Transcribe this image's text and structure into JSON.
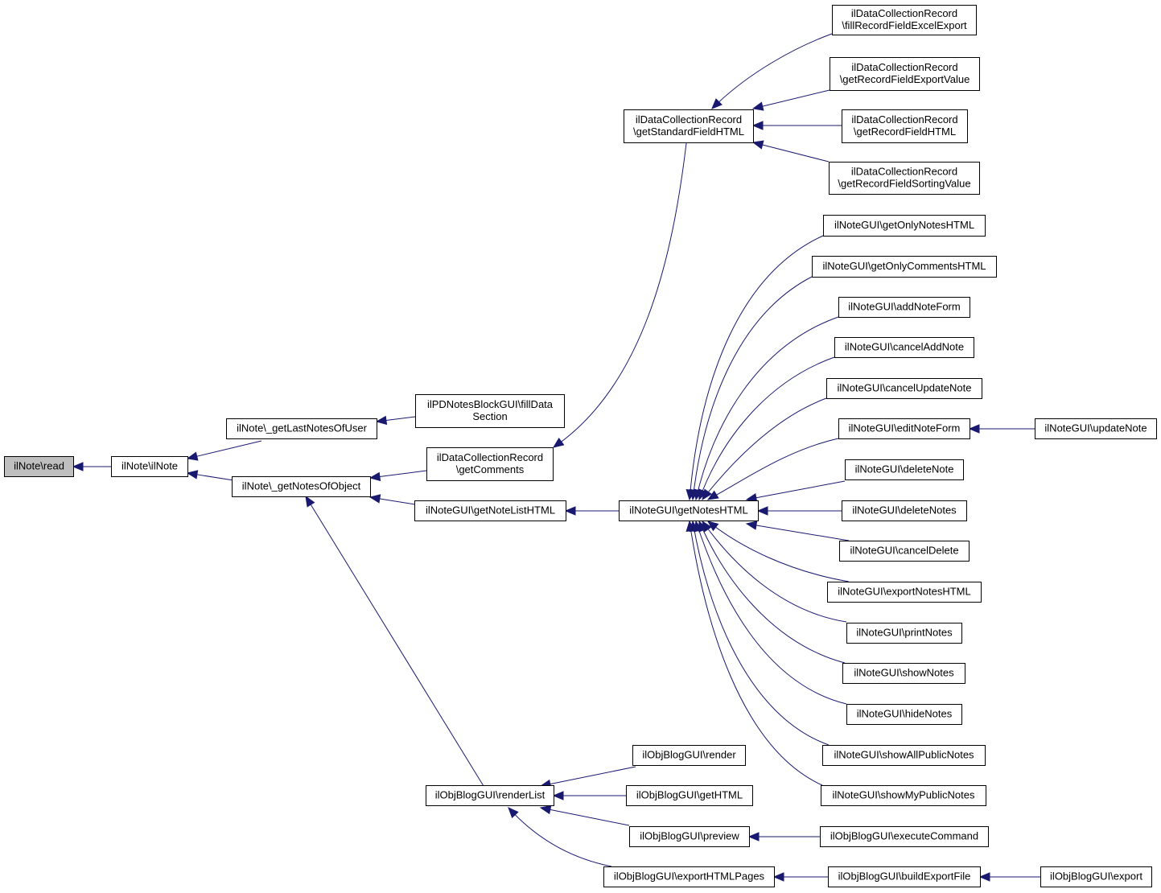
{
  "graph": {
    "nodes": [
      {
        "id": "read",
        "lines": [
          "ilNote\\read"
        ],
        "active": true
      },
      {
        "id": "ilNote",
        "lines": [
          "ilNote\\ilNote"
        ]
      },
      {
        "id": "getLastNotesOfUser",
        "lines": [
          "ilNote\\_getLastNotesOfUser"
        ]
      },
      {
        "id": "getNotesOfObject",
        "lines": [
          "ilNote\\_getNotesOfObject"
        ]
      },
      {
        "id": "fillDataSection",
        "lines": [
          "ilPDNotesBlockGUI\\fillData",
          "Section"
        ]
      },
      {
        "id": "getComments",
        "lines": [
          "ilDataCollectionRecord",
          "\\getComments"
        ]
      },
      {
        "id": "getNoteListHTML",
        "lines": [
          "ilNoteGUI\\getNoteListHTML"
        ]
      },
      {
        "id": "renderList",
        "lines": [
          "ilObjBlogGUI\\renderList"
        ]
      },
      {
        "id": "getStandardFieldHTML",
        "lines": [
          "ilDataCollectionRecord",
          "\\getStandardFieldHTML"
        ]
      },
      {
        "id": "getNotesHTML",
        "lines": [
          "ilNoteGUI\\getNotesHTML"
        ]
      },
      {
        "id": "fillRecordFieldExcelExport",
        "lines": [
          "ilDataCollectionRecord",
          "\\fillRecordFieldExcelExport"
        ]
      },
      {
        "id": "getRecordFieldExportValue",
        "lines": [
          "ilDataCollectionRecord",
          "\\getRecordFieldExportValue"
        ]
      },
      {
        "id": "getRecordFieldHTML",
        "lines": [
          "ilDataCollectionRecord",
          "\\getRecordFieldHTML"
        ]
      },
      {
        "id": "getRecordFieldSortingValue",
        "lines": [
          "ilDataCollectionRecord",
          "\\getRecordFieldSortingValue"
        ]
      },
      {
        "id": "getOnlyNotesHTML",
        "lines": [
          "ilNoteGUI\\getOnlyNotesHTML"
        ]
      },
      {
        "id": "getOnlyCommentsHTML",
        "lines": [
          "ilNoteGUI\\getOnlyCommentsHTML"
        ]
      },
      {
        "id": "addNoteForm",
        "lines": [
          "ilNoteGUI\\addNoteForm"
        ]
      },
      {
        "id": "cancelAddNote",
        "lines": [
          "ilNoteGUI\\cancelAddNote"
        ]
      },
      {
        "id": "cancelUpdateNote",
        "lines": [
          "ilNoteGUI\\cancelUpdateNote"
        ]
      },
      {
        "id": "editNoteForm",
        "lines": [
          "ilNoteGUI\\editNoteForm"
        ]
      },
      {
        "id": "updateNote",
        "lines": [
          "ilNoteGUI\\updateNote"
        ]
      },
      {
        "id": "deleteNote",
        "lines": [
          "ilNoteGUI\\deleteNote"
        ]
      },
      {
        "id": "deleteNotes",
        "lines": [
          "ilNoteGUI\\deleteNotes"
        ]
      },
      {
        "id": "cancelDelete",
        "lines": [
          "ilNoteGUI\\cancelDelete"
        ]
      },
      {
        "id": "exportNotesHTML",
        "lines": [
          "ilNoteGUI\\exportNotesHTML"
        ]
      },
      {
        "id": "printNotes",
        "lines": [
          "ilNoteGUI\\printNotes"
        ]
      },
      {
        "id": "showNotes",
        "lines": [
          "ilNoteGUI\\showNotes"
        ]
      },
      {
        "id": "hideNotes",
        "lines": [
          "ilNoteGUI\\hideNotes"
        ]
      },
      {
        "id": "showAllPublicNotes",
        "lines": [
          "ilNoteGUI\\showAllPublicNotes"
        ]
      },
      {
        "id": "showMyPublicNotes",
        "lines": [
          "ilNoteGUI\\showMyPublicNotes"
        ]
      },
      {
        "id": "blogRender",
        "lines": [
          "ilObjBlogGUI\\render"
        ]
      },
      {
        "id": "blogGetHTML",
        "lines": [
          "ilObjBlogGUI\\getHTML"
        ]
      },
      {
        "id": "blogPreview",
        "lines": [
          "ilObjBlogGUI\\preview"
        ]
      },
      {
        "id": "blogExecuteCommand",
        "lines": [
          "ilObjBlogGUI\\executeCommand"
        ]
      },
      {
        "id": "blogExportHTMLPages",
        "lines": [
          "ilObjBlogGUI\\exportHTMLPages"
        ]
      },
      {
        "id": "blogBuildExportFile",
        "lines": [
          "ilObjBlogGUI\\buildExportFile"
        ]
      },
      {
        "id": "blogExport",
        "lines": [
          "ilObjBlogGUI\\export"
        ]
      }
    ],
    "edges": [
      {
        "caller": "ilNote",
        "callee": "read"
      },
      {
        "caller": "getLastNotesOfUser",
        "callee": "ilNote"
      },
      {
        "caller": "getNotesOfObject",
        "callee": "ilNote"
      },
      {
        "caller": "fillDataSection",
        "callee": "getLastNotesOfUser"
      },
      {
        "caller": "getComments",
        "callee": "getNotesOfObject"
      },
      {
        "caller": "getNoteListHTML",
        "callee": "getNotesOfObject"
      },
      {
        "caller": "renderList",
        "callee": "getNotesOfObject"
      },
      {
        "caller": "getStandardFieldHTML",
        "callee": "getComments"
      },
      {
        "caller": "getNotesHTML",
        "callee": "getNoteListHTML"
      },
      {
        "caller": "fillRecordFieldExcelExport",
        "callee": "getStandardFieldHTML"
      },
      {
        "caller": "getRecordFieldExportValue",
        "callee": "getStandardFieldHTML"
      },
      {
        "caller": "getRecordFieldHTML",
        "callee": "getStandardFieldHTML"
      },
      {
        "caller": "getRecordFieldSortingValue",
        "callee": "getStandardFieldHTML"
      },
      {
        "caller": "getOnlyNotesHTML",
        "callee": "getNotesHTML"
      },
      {
        "caller": "getOnlyCommentsHTML",
        "callee": "getNotesHTML"
      },
      {
        "caller": "addNoteForm",
        "callee": "getNotesHTML"
      },
      {
        "caller": "cancelAddNote",
        "callee": "getNotesHTML"
      },
      {
        "caller": "cancelUpdateNote",
        "callee": "getNotesHTML"
      },
      {
        "caller": "editNoteForm",
        "callee": "getNotesHTML"
      },
      {
        "caller": "deleteNote",
        "callee": "getNotesHTML"
      },
      {
        "caller": "deleteNotes",
        "callee": "getNotesHTML"
      },
      {
        "caller": "cancelDelete",
        "callee": "getNotesHTML"
      },
      {
        "caller": "exportNotesHTML",
        "callee": "getNotesHTML"
      },
      {
        "caller": "printNotes",
        "callee": "getNotesHTML"
      },
      {
        "caller": "showNotes",
        "callee": "getNotesHTML"
      },
      {
        "caller": "hideNotes",
        "callee": "getNotesHTML"
      },
      {
        "caller": "showAllPublicNotes",
        "callee": "getNotesHTML"
      },
      {
        "caller": "showMyPublicNotes",
        "callee": "getNotesHTML"
      },
      {
        "caller": "updateNote",
        "callee": "editNoteForm"
      },
      {
        "caller": "blogRender",
        "callee": "renderList"
      },
      {
        "caller": "blogGetHTML",
        "callee": "renderList"
      },
      {
        "caller": "blogPreview",
        "callee": "renderList"
      },
      {
        "caller": "blogExportHTMLPages",
        "callee": "renderList"
      },
      {
        "caller": "blogExecuteCommand",
        "callee": "blogPreview"
      },
      {
        "caller": "blogBuildExportFile",
        "callee": "blogExportHTMLPages"
      },
      {
        "caller": "blogExport",
        "callee": "blogBuildExportFile"
      }
    ]
  }
}
